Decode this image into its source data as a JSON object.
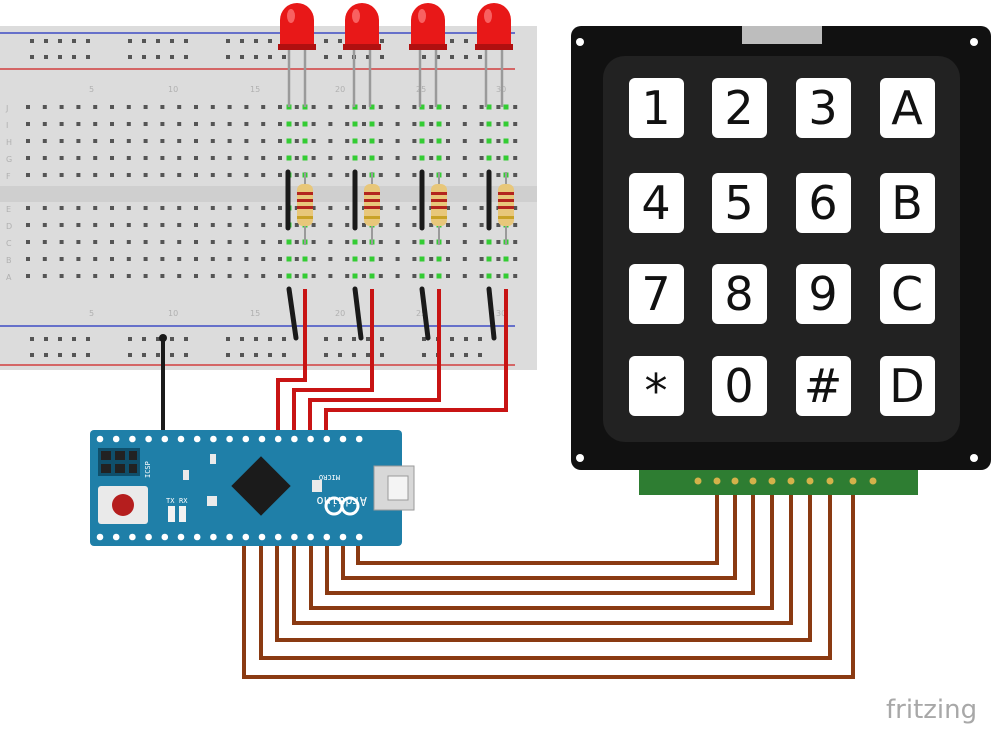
{
  "colors": {
    "breadboard": "#dcdcdc",
    "rail_red": "#d02020",
    "rail_blue": "#2030c0",
    "led": "#e81818",
    "wire_red": "#c81414",
    "wire_black": "#1a1a1a",
    "wire_brown": "#8a3a12",
    "arduino": "#1f7fa8",
    "keypad_body": "#111111",
    "keypad_inner": "#222222",
    "key_face": "#ffffff",
    "connector": "#2e7d32",
    "breadboard_hole_active": "#33cc33"
  },
  "breadboard": {
    "row_letters_top": [
      "J",
      "I",
      "H",
      "G",
      "F"
    ],
    "row_letters_bottom": [
      "E",
      "D",
      "C",
      "B",
      "A"
    ],
    "column_numbers": [
      "5",
      "10",
      "15",
      "20",
      "25",
      "30"
    ]
  },
  "keypad": {
    "keys": [
      [
        "1",
        "2",
        "3",
        "A"
      ],
      [
        "4",
        "5",
        "6",
        "B"
      ],
      [
        "7",
        "8",
        "9",
        "C"
      ],
      [
        "*",
        "0",
        "#",
        "D"
      ]
    ]
  },
  "arduino": {
    "name": "Arduino",
    "model": "MICRO",
    "icsp_label": "ICSP",
    "tx_label": "TX",
    "rx_label": "RX"
  },
  "components": {
    "led_count": 4,
    "resistor_count": 4,
    "keypad_wire_count": 8
  },
  "brand": {
    "label": "fritzing"
  }
}
